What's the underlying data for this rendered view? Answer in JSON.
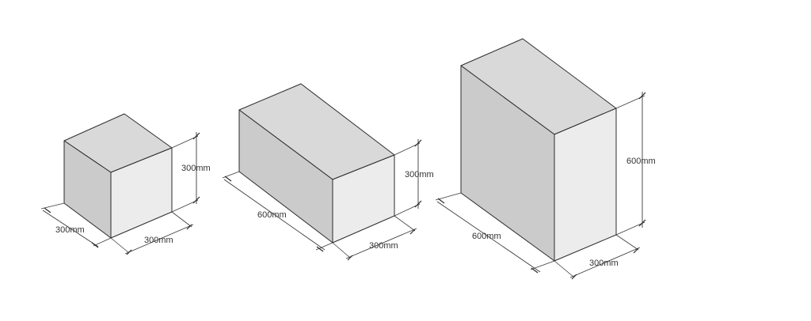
{
  "blocks": [
    {
      "id": "block-small",
      "dimensions": {
        "length": "300mm",
        "width": "300mm",
        "height": "300mm"
      }
    },
    {
      "id": "block-medium",
      "dimensions": {
        "length": "600mm",
        "width": "300mm",
        "height": "300mm"
      }
    },
    {
      "id": "block-large",
      "dimensions": {
        "length": "600mm",
        "width": "300mm",
        "height": "600mm"
      }
    }
  ],
  "colors": {
    "top_face": "#d9d9d9",
    "left_face": "#cbcbcb",
    "right_face": "#ececec",
    "edges": "#2b2b2b"
  }
}
